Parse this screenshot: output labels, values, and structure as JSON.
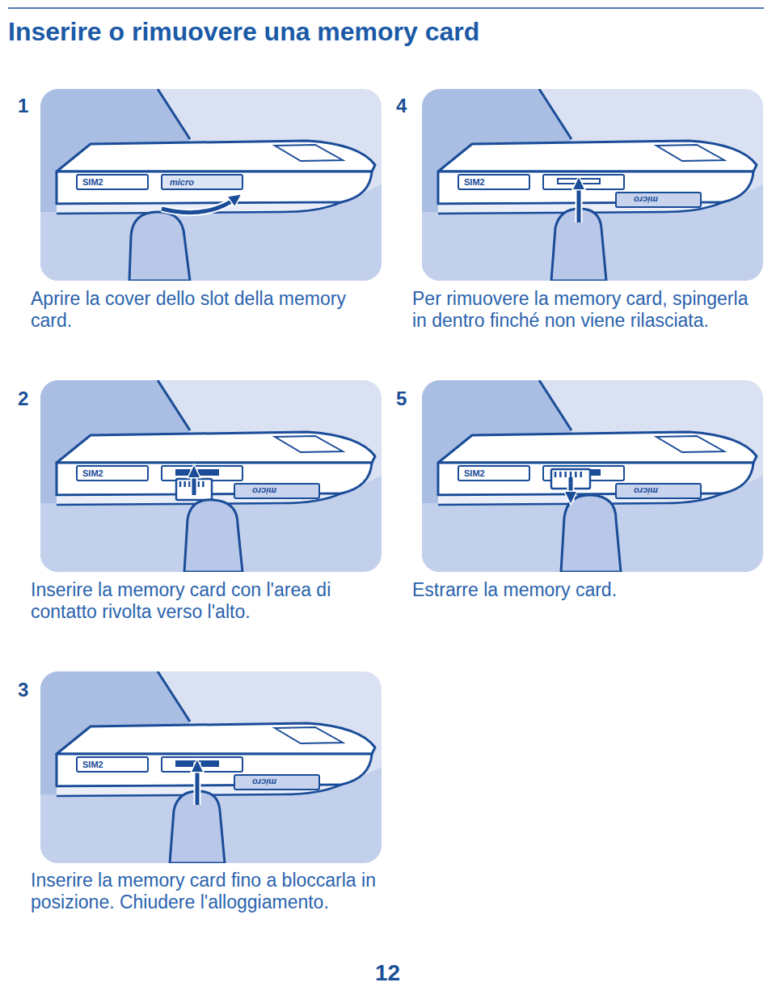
{
  "diagram": {
    "title": "Inserire o rimuovere una memory card",
    "labels": [
      "1",
      "Aprire la cover dello slot della memory card.",
      "SIM2",
      "micro",
      "4",
      "Per rimuovere la memory card, spingerla in dentro finché non viene rilasciata.",
      "SIM2",
      "micro",
      "2",
      "Inserire la memory card con l'area di contatto rivolta verso l'alto.",
      "SIM2",
      "micro",
      "5",
      "Estrarre la memory card.",
      "SIM2",
      "micro",
      "3",
      "Inserire la memory card fino a bloccarla in posizione. Chiudere l'alloggiamento.",
      "SIM2",
      "micro",
      "12"
    ]
  }
}
